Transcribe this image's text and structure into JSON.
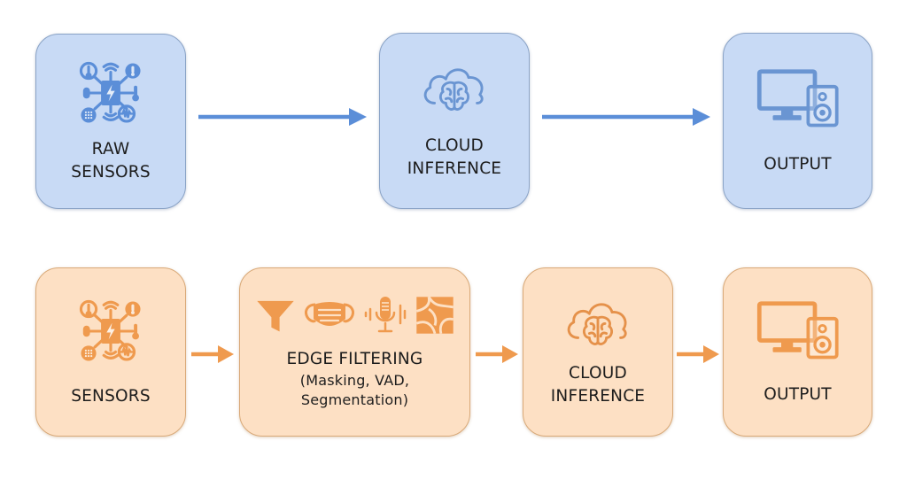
{
  "colors": {
    "cloud_pipeline": "#5b8ed8",
    "edge_pipeline": "#ef9a4e",
    "cloud_box_fill": "#c8daf5",
    "edge_box_fill": "#fde0c4"
  },
  "cloud_pipeline": {
    "nodes": [
      {
        "id": "raw-sensors",
        "label": "RAW\nSENSORS",
        "icon": "sensor-hub-icon"
      },
      {
        "id": "cloud-inference",
        "label": "CLOUD\nINFERENCE",
        "icon": "cloud-brain-icon"
      },
      {
        "id": "output",
        "label": "OUTPUT",
        "icon": "monitor-speaker-icon"
      }
    ]
  },
  "edge_pipeline": {
    "nodes": [
      {
        "id": "sensors",
        "label": "SENSORS",
        "icon": "sensor-hub-icon"
      },
      {
        "id": "edge-filtering",
        "label": "EDGE FILTERING",
        "sublabel": "(Masking, VAD,\nSegmentation)",
        "icons": [
          "funnel-icon",
          "face-mask-icon",
          "microphone-waveform-icon",
          "segmentation-icon"
        ]
      },
      {
        "id": "cloud-inference",
        "label": "CLOUD\nINFERENCE",
        "icon": "cloud-brain-icon"
      },
      {
        "id": "output",
        "label": "OUTPUT",
        "icon": "monitor-speaker-icon"
      }
    ]
  }
}
